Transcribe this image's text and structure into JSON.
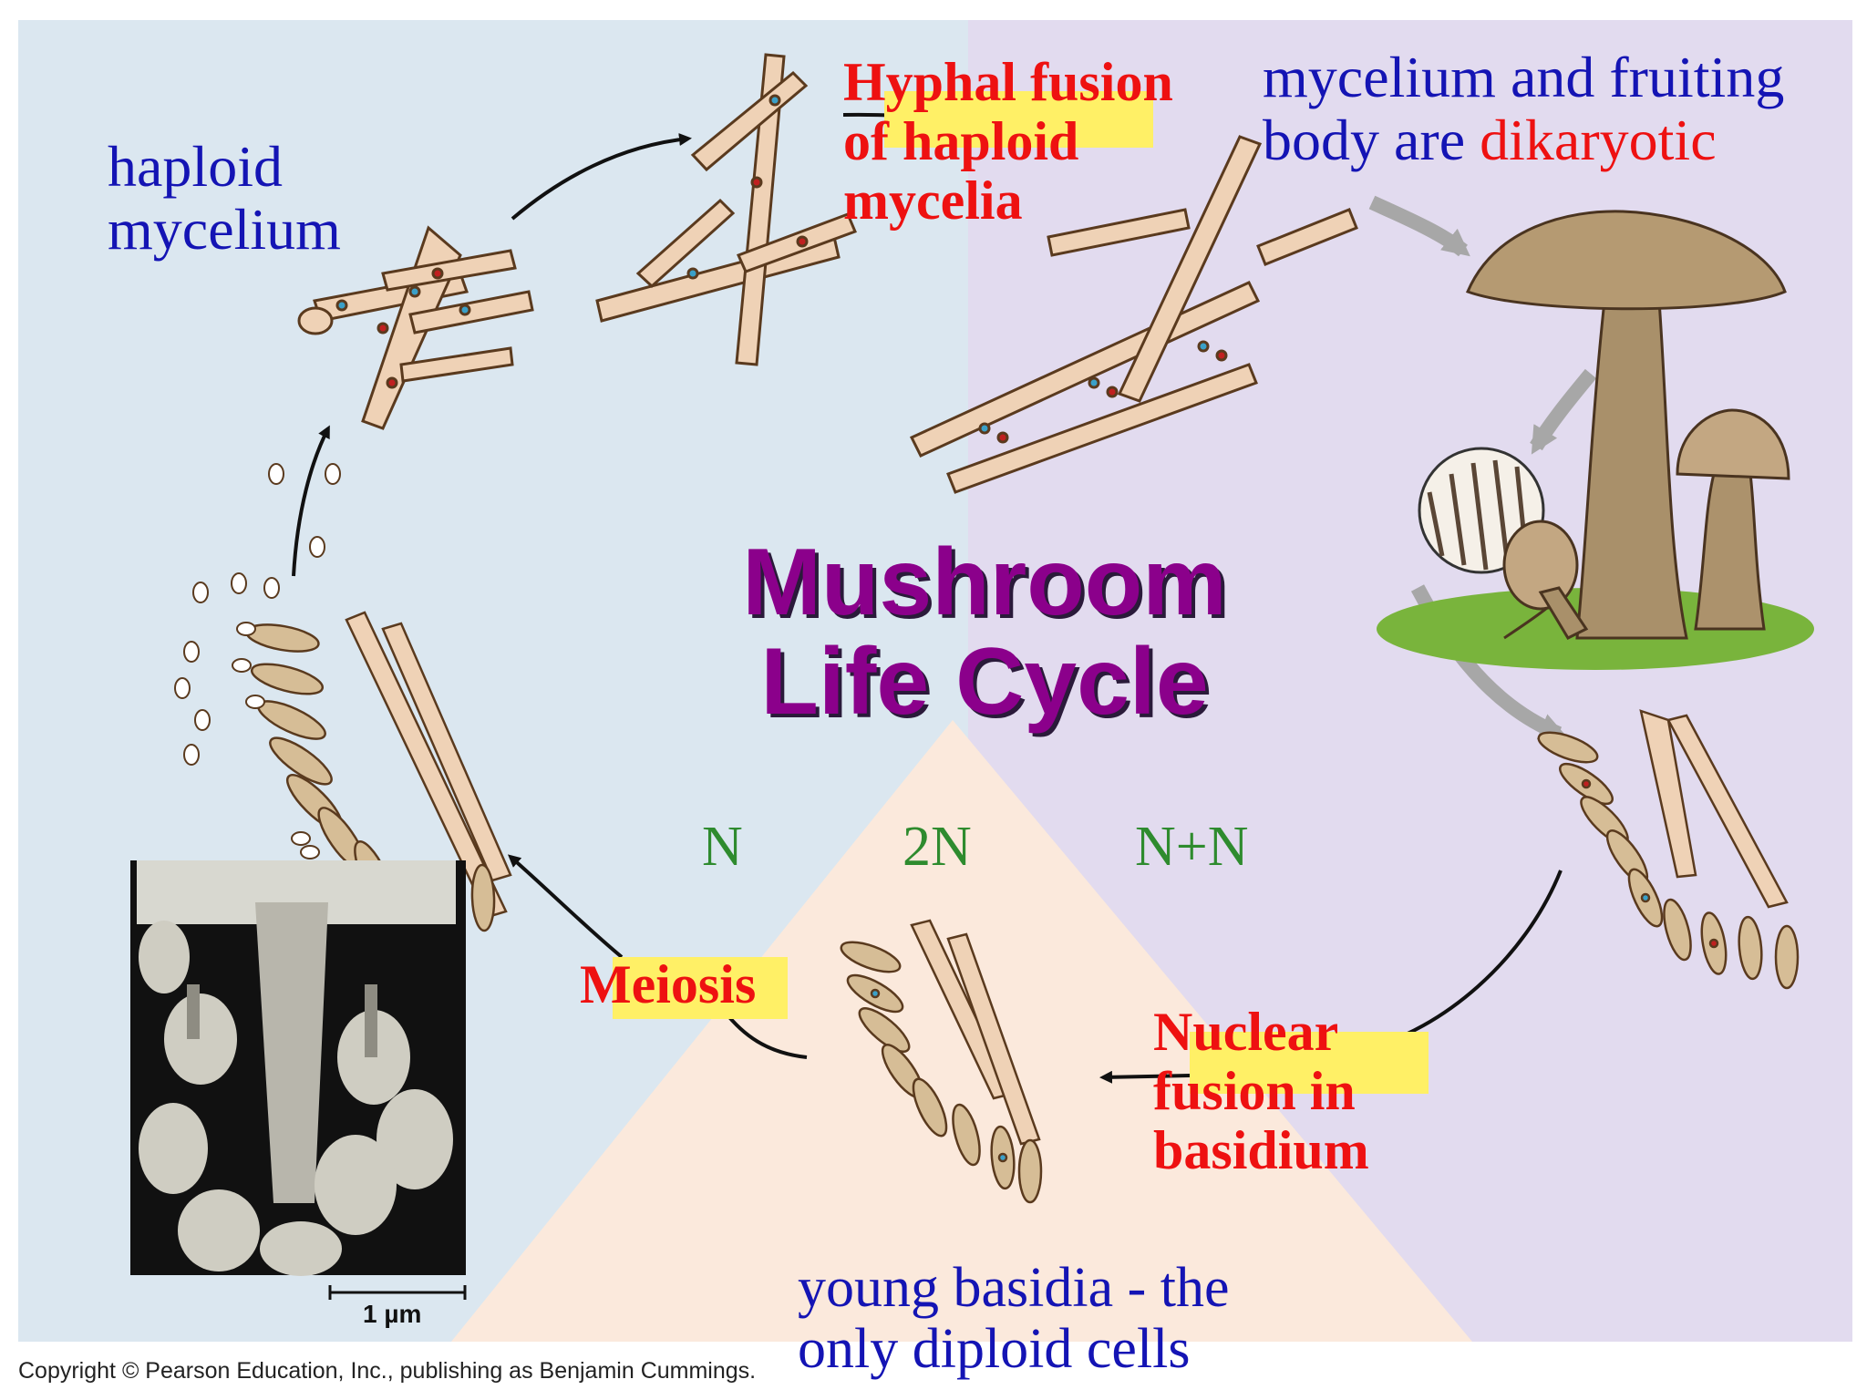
{
  "title": {
    "line1": "Mushroom",
    "line2": "Life Cycle"
  },
  "labels": {
    "haploid_mycelium": [
      "haploid",
      "mycelium"
    ],
    "hyphal_fusion": [
      "Hyphal fusion",
      "of haploid",
      "mycelia"
    ],
    "dikaryotic": {
      "line1": "mycelium and fruiting",
      "line2_blue": "body are",
      "line2_red": "dikaryotic"
    },
    "meiosis": "Meiosis",
    "nuclear_fusion": [
      "Nuclear",
      "fusion in",
      "basidium"
    ],
    "young_basidia": [
      "young basidia - the",
      "only diploid cells"
    ]
  },
  "ploidy": {
    "n": "N",
    "two_n": "2N",
    "n_plus_n": "N+N"
  },
  "scale_bar": "1 µm",
  "copyright": "Copyright © Pearson Education, Inc., publishing as Benjamin Cummings.",
  "colors": {
    "haploid_bg": "#dbe7f0",
    "dikaryotic_bg": "#e2dbef",
    "diploid_bg": "#fbe9dc",
    "title": "#8b008b",
    "hyphae": "#efd2b6"
  }
}
